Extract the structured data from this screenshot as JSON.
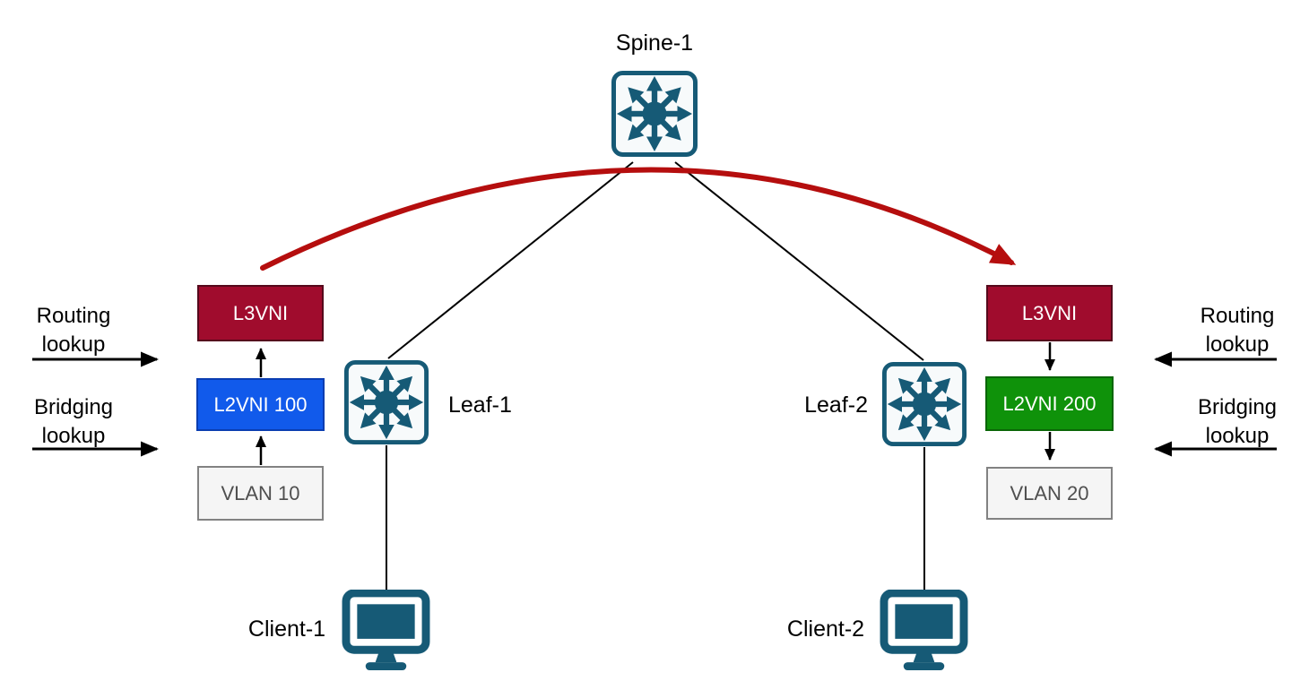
{
  "diagram_type": "evpn-vxlan-symmetric-irb-topology",
  "nodes": {
    "spine": {
      "label": "Spine-1",
      "icon": "multilayer-switch-icon"
    },
    "leaf1": {
      "label": "Leaf-1",
      "icon": "multilayer-switch-icon"
    },
    "leaf2": {
      "label": "Leaf-2",
      "icon": "multilayer-switch-icon"
    },
    "client1": {
      "label": "Client-1",
      "icon": "desktop-monitor-icon"
    },
    "client2": {
      "label": "Client-2",
      "icon": "desktop-monitor-icon"
    }
  },
  "stacks": {
    "left": {
      "l3vni": "L3VNI",
      "l2vni": "L2VNI 100",
      "vlan": "VLAN 10"
    },
    "right": {
      "l3vni": "L3VNI",
      "l2vni": "L2VNI 200",
      "vlan": "VLAN 20"
    }
  },
  "annotations": {
    "left": {
      "routing": [
        "Routing",
        "lookup"
      ],
      "bridging": [
        "Bridging",
        "lookup"
      ]
    },
    "right": {
      "routing": [
        "Routing",
        "lookup"
      ],
      "bridging": [
        "Bridging",
        "lookup"
      ]
    }
  },
  "colors": {
    "l3vni_fill": "#a00c2d",
    "l2vni_100_fill": "#115aeb",
    "l2vni_200_fill": "#0f920a",
    "vlan_fill": "#f5f5f5",
    "device_teal": "#165a76",
    "routed_path_arrow": "#b50e0e",
    "connector_black": "#000000"
  }
}
